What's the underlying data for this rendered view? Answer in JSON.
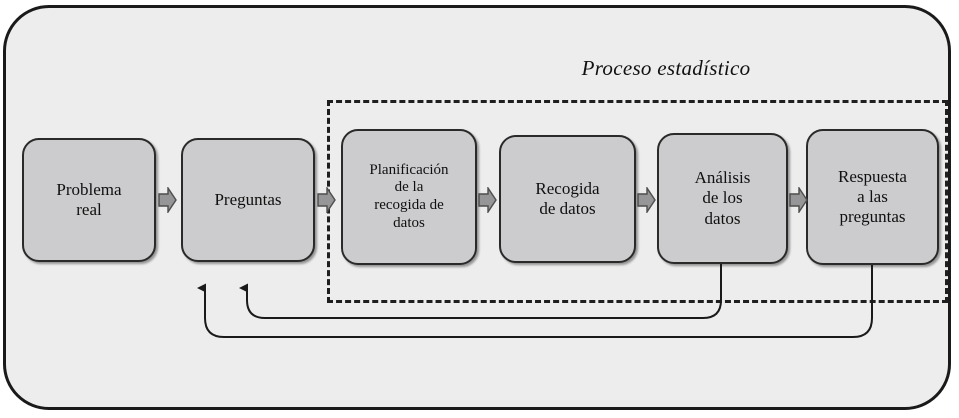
{
  "diagram": {
    "title": "Proceso estadístico",
    "background_color": "#ecedec",
    "box_fill_color": "#ccccce",
    "box_border_color": "#2a2a2a",
    "connector_color": "#8a8a8a",
    "boxes": [
      {
        "id": "problema-real",
        "label": "Problema\nreal"
      },
      {
        "id": "preguntas",
        "label": "Preguntas"
      },
      {
        "id": "planificacion",
        "label": "Planificación\nde la\nrecogida de\ndatos"
      },
      {
        "id": "recogida",
        "label": "Recogida\nde datos"
      },
      {
        "id": "analisis",
        "label": "Análisis\nde los\ndatos"
      },
      {
        "id": "respuesta",
        "label": "Respuesta\na las\npreguntas"
      }
    ],
    "connectors": [
      {
        "id": "conn-1",
        "from": "problema-real",
        "to": "preguntas"
      },
      {
        "id": "conn-2",
        "from": "preguntas",
        "to": "planificacion"
      },
      {
        "id": "conn-3",
        "from": "planificacion",
        "to": "recogida"
      },
      {
        "id": "conn-4",
        "from": "recogida",
        "to": "analisis"
      },
      {
        "id": "conn-5",
        "from": "analisis",
        "to": "respuesta"
      }
    ],
    "feedback_arrows": [
      {
        "id": "feedback-analisis",
        "from": "analisis",
        "to": "preguntas"
      },
      {
        "id": "feedback-respuesta",
        "from": "respuesta",
        "to": "preguntas"
      }
    ]
  }
}
